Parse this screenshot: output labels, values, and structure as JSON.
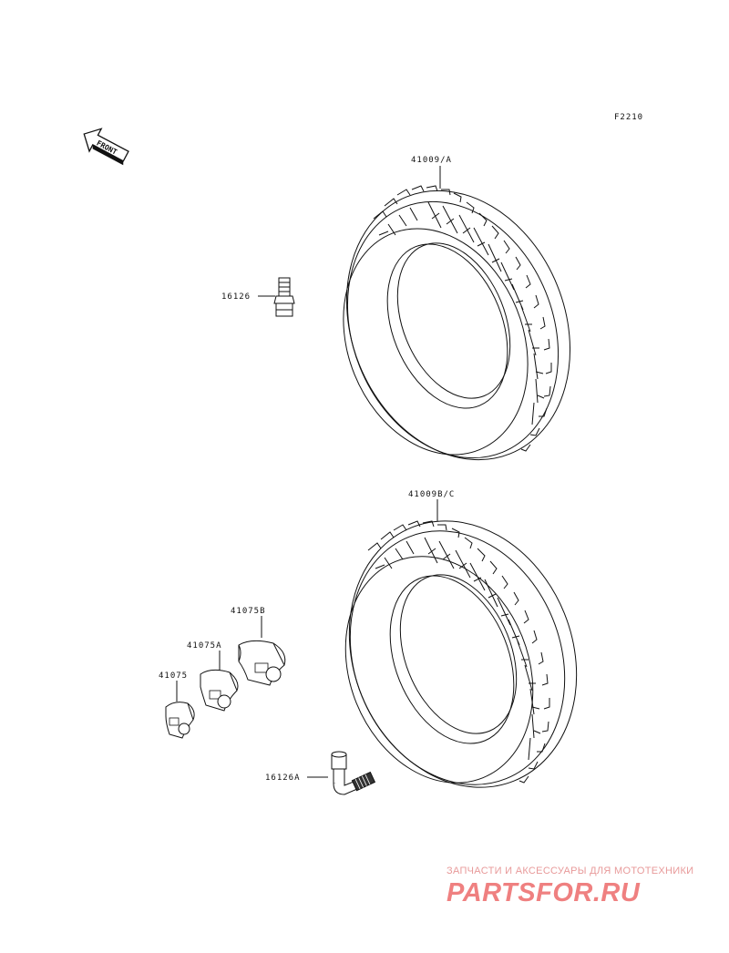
{
  "diagram_code": "F2210",
  "front_marker": "FRONT",
  "parts": {
    "tire_front": "41009/A",
    "tire_rear": "41009B/C",
    "valve_straight": "16126",
    "valve_angled": "16126A",
    "weight_small": "41075",
    "weight_medium": "41075A",
    "weight_large": "41075B"
  },
  "watermark": {
    "tagline": "ЗАПЧАСТИ И АКСЕССУАРЫ ДЛЯ МОТОТЕХНИКИ",
    "logo": "PARTSFOR.RU"
  }
}
